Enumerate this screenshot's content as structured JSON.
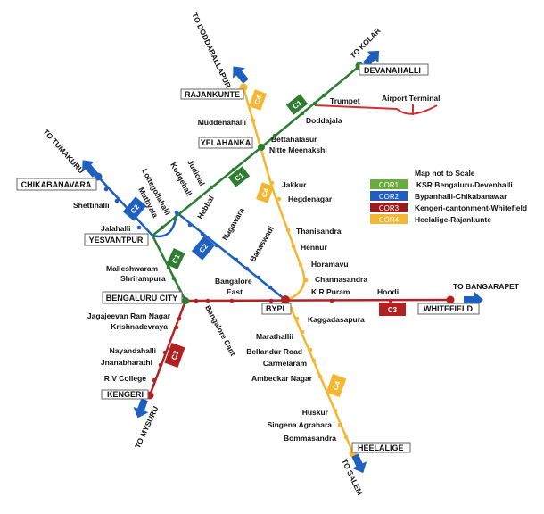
{
  "colors": {
    "cor1": "#2e7d32",
    "cor2": "#1f5fbf",
    "cor3": "#b22222",
    "cor4": "#f5b731",
    "airport": "#d32f2f",
    "arrow": "#1f5fbf"
  },
  "terminals": {
    "rajankunte": "RAJANKUNTE",
    "yelahanka": "YELAHANKA",
    "chikabanavara": "CHIKABANAVARA",
    "yesvantpur": "YESVANTPUR",
    "devanahalli": "DEVANAHALLI",
    "bengaluru_city": "BENGALURU CITY",
    "bypl": "BYPL",
    "whitefield": "WHITEFIELD",
    "kengeri": "KENGERI",
    "heelalige": "HEELALIGE"
  },
  "directions": {
    "doddaballapur": "TO DODDABALLAPUR",
    "tumakuru": "TO TUMAKURU",
    "kolar": "TO KOLAR",
    "bangarapet": "TO BANGARAPET",
    "mysuru": "TO MYSURU",
    "salem": "TO SALEM"
  },
  "stations": {
    "muddenahalli": "Muddenahalli",
    "bettahalasur": "Bettahalasur",
    "nitte": "Nitte Meenakshi",
    "trumpet": "Trumpet",
    "doddajala": "Doddajala",
    "airport": "Airport Terminal",
    "jakkur": "Jakkur",
    "hegdenagar": "Hegdenagar",
    "thanisandra": "Thanisandra",
    "hennur": "Hennur",
    "horamavu": "Horamavu",
    "channasandra": "Channasandra",
    "krpuram": "K R Puram",
    "hoodi": "Hoodi",
    "shettihalli": "Shettihalli",
    "jalahalli": "Jalahalli",
    "lottegollahalli": "Lottegollahalli",
    "kodgehall": "Kodgehall",
    "judicial": "Judicial",
    "muthyala": "Muthyala",
    "hebbal": "Hebbal",
    "nagawara": "Nagawara",
    "banaswadi": "Banaswadi",
    "malleshwaram": "Malleshwaram",
    "shrirampura": "Shrirampura",
    "bangalore_east_1": "Bangalore",
    "bangalore_east_2": "East",
    "bangalore_cant": "Bangalore Cant",
    "jrnagar": "Jagajeevan Ram Nagar",
    "krishnadevraya": "Krishnadevraya",
    "nayandahalli": "Nayandahalli",
    "jnanabharathi": "Jnanabharathi",
    "rvcollege": "R V College",
    "kaggadasapura": "Kaggadasapura",
    "marathallii": "Marathallii",
    "bellandur": "Bellandur Road",
    "carmelaram": "Carmelaram",
    "ambedkar": "Ambedkar Nagar",
    "huskur": "Huskur",
    "singena": "Singena Agrahara",
    "bommasandra": "Bommasandra"
  },
  "badges": {
    "c1": "C1",
    "c2": "C2",
    "c3": "C3",
    "c4": "C4"
  },
  "legend": {
    "note": "Map not to Scale",
    "items": [
      {
        "code": "COR1",
        "name": "KSR Bengaluru-Devenhalli"
      },
      {
        "code": "COR2",
        "name": "Bypanhalli-Chikabanawar"
      },
      {
        "code": "COR3",
        "name": "Kengeri-cantonment-Whitefield"
      },
      {
        "code": "COR4",
        "name": "Heelalige-Rajankunte"
      }
    ]
  }
}
